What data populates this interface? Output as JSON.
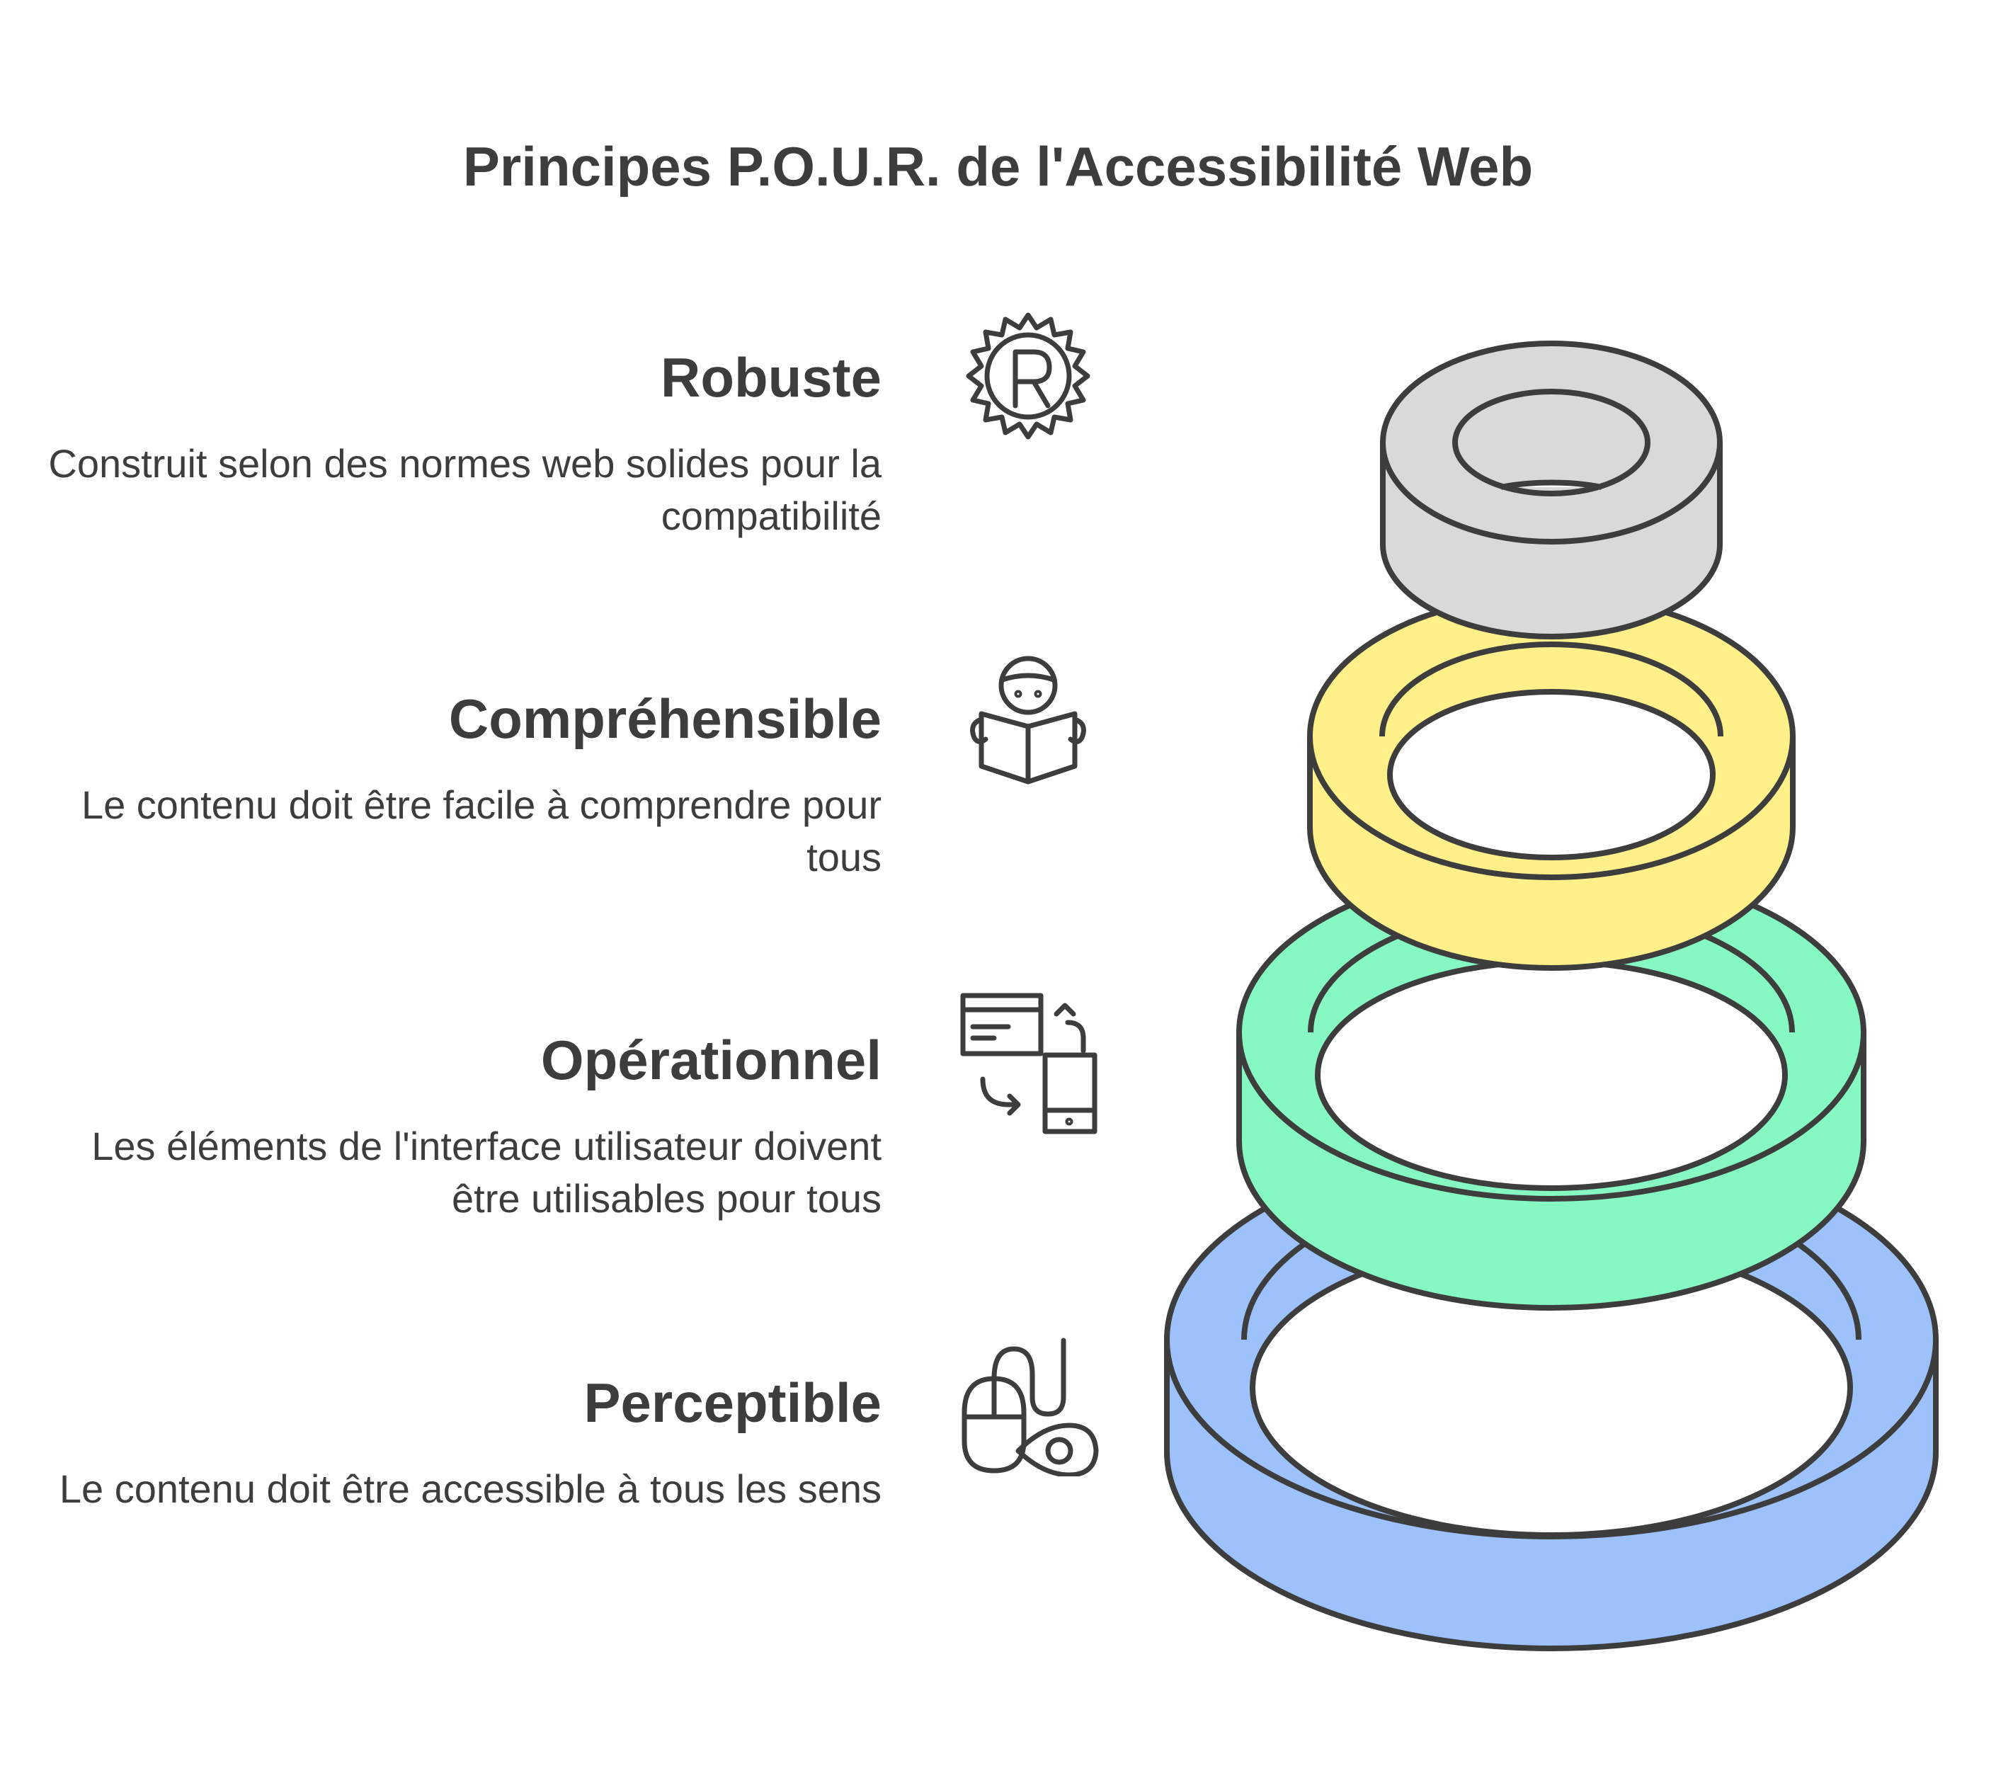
{
  "title": "Principes P.O.U.R. de l'Accessibilité Web",
  "principles": [
    {
      "heading": "Robuste",
      "description": "Construit selon des normes web solides pour la compatibilité",
      "icon": "gear-r-icon",
      "color": "#d9d9d9"
    },
    {
      "heading": "Compréhensible",
      "description": "Le contenu doit être facile à comprendre pour tous",
      "icon": "person-reading-book-icon",
      "color": "#fff08a"
    },
    {
      "heading": "Opérationnel",
      "description": "Les éléments de l'interface utilisateur doivent être utilisables pour tous",
      "icon": "devices-sync-icon",
      "color": "#86f9c3"
    },
    {
      "heading": "Perceptible",
      "description": "Le contenu doit être accessible à tous les sens",
      "icon": "mouse-eye-icon",
      "color": "#9dc1fa"
    }
  ],
  "stroke_color": "#3d3d3d"
}
